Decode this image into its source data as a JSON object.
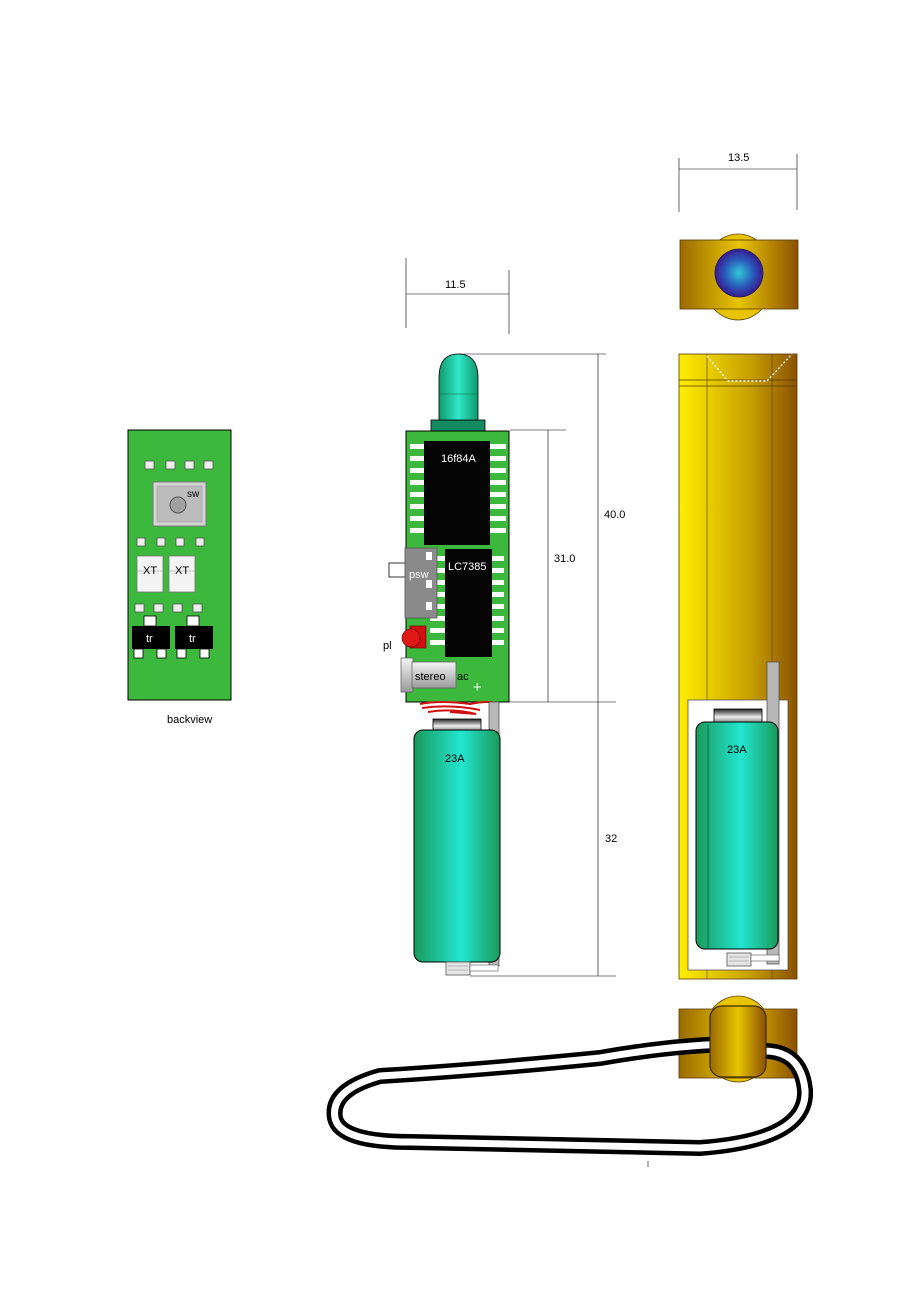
{
  "labels": {
    "backview": "backview",
    "sw": "sw",
    "xt": "XT",
    "tr": "tr",
    "chip1": "16f84A",
    "chip2": "LC7385",
    "psw": "psw",
    "pl": "pl",
    "stereo": "stereo",
    "ac": "ac",
    "plus": "+",
    "battery": "23A"
  },
  "dimensions": {
    "front_width": "11.5",
    "side_width": "13.5",
    "total_height": "40.0",
    "board_height": "31.0",
    "battery_height": "32"
  },
  "colors": {
    "pcb": "#3cb83c",
    "chip": "#050505",
    "battery": "#22c6a0",
    "case": "#e8cc00",
    "cap": "#b88a00",
    "led": "#e01818",
    "strap": "#000000"
  }
}
